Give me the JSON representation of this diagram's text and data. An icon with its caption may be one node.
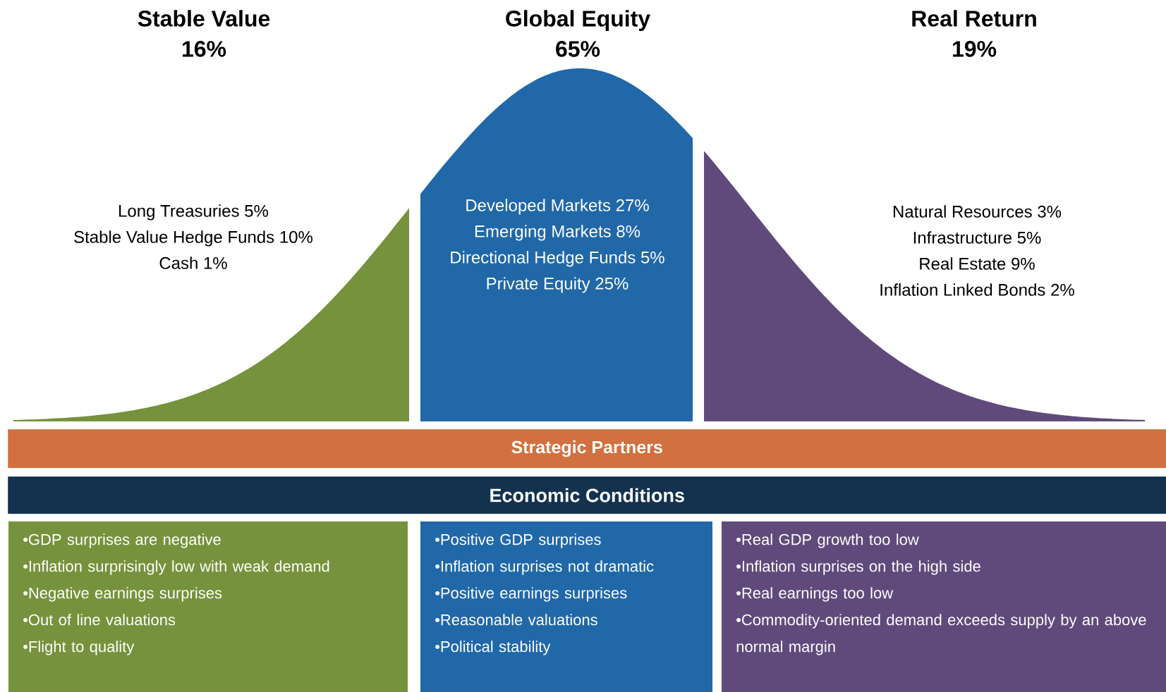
{
  "diagram": {
    "nodes": [
      {
        "text": [
          "Long Treasuries 5%",
          "Stable Value Hedge Funds 10%",
          "Cash 1%"
        ]
      },
      {
        "text": [
          "Developed Markets 27%",
          "Emerging Markets 8%",
          "Directional Hedge Funds 5%",
          "Private Equity 25%"
        ]
      },
      {
        "text": [
          "Natural Resources 3%",
          "Infrastructure 5%",
          "Real Estate 9%",
          "Inflation Linked Bonds 2%"
        ]
      },
      {
        "text": [
          "Strategic Partners"
        ]
      },
      {
        "text": [
          "Economic Conditions"
        ]
      },
      {
        "text": [
          "•GDP surprises are negative",
          "•Inflation surprisingly low with weak demand",
          "•Negative earnings surprises",
          "•Out of line valuations",
          "•Flight to quality"
        ]
      },
      {
        "text": [
          "•Positive GDP surprises",
          "•Inflation surprises not dramatic",
          "•Positive earnings surprises",
          "•Reasonable valuations",
          "•Political stability"
        ]
      },
      {
        "text": [
          "•Real GDP growth too low",
          "•Inflation surprises on the high side",
          "•Real earnings too low",
          "•Commodity-oriented demand exceeds supply by an above normal margin"
        ]
      }
    ],
    "labels": [
      "Stable Value",
      "16%",
      "Global Equity",
      "65%",
      "Real Return",
      "19%"
    ]
  }
}
